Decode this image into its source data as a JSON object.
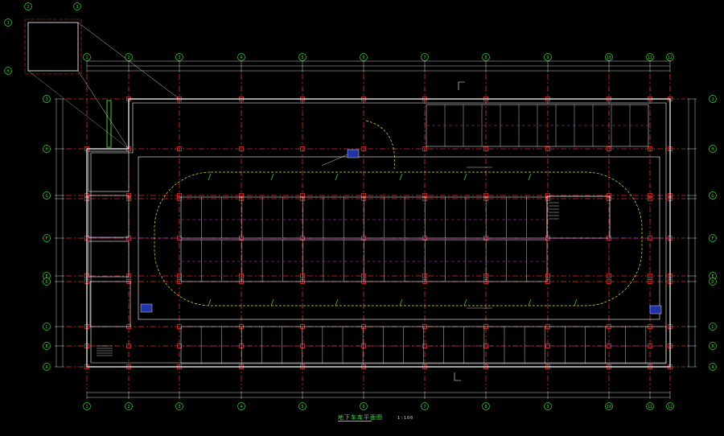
{
  "drawing": {
    "title": "地下车库平面图",
    "scale": "1:100",
    "background": "#000000",
    "colors": {
      "column_grid": "#e03030",
      "walls": "#ffffff",
      "parking_lines": "#cc33cc",
      "dimension": "#ffffff",
      "axis_bubbles": "#33dd33",
      "ramp_curve": "#e8e840",
      "equipment": "#2233aa",
      "labels": "#33dd33"
    },
    "axes_top": [
      "1",
      "2",
      "3",
      "4",
      "5",
      "6",
      "7",
      "8",
      "9",
      "10",
      "11",
      "12"
    ],
    "axes_side": [
      "J",
      "H",
      "G",
      "F",
      "E",
      "D",
      "C",
      "B",
      "A"
    ],
    "inset_axes": [
      "2",
      "3",
      "J",
      "H"
    ],
    "icons": [
      "north-arrow-icon",
      "stair-icon",
      "section-mark-icon"
    ]
  }
}
